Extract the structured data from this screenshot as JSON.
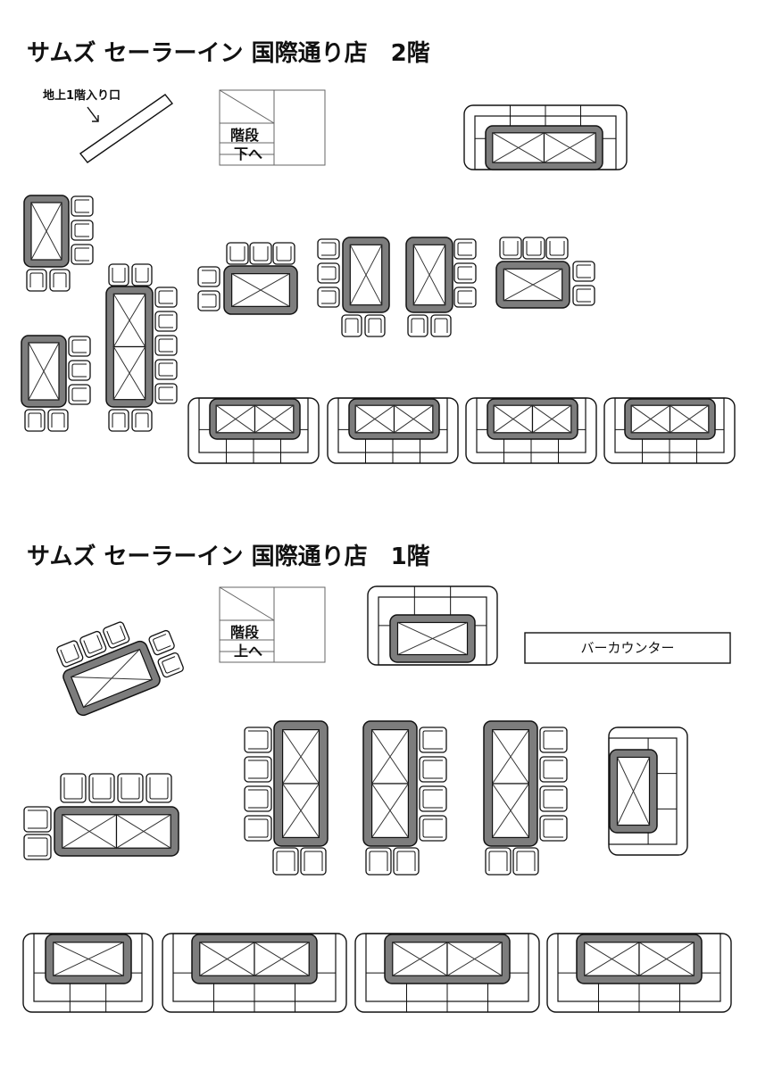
{
  "floors": {
    "second": {
      "title": "サムズ セーラーイン 国際通り店　2階",
      "entrance_label": "地上1階入り口",
      "stairs": {
        "line1": "階段",
        "line2": "下へ"
      }
    },
    "first": {
      "title": "サムズ セーラーイン 国際通り店　1階",
      "stairs": {
        "line1": "階段",
        "line2": "上へ"
      },
      "bar_counter": "バーカウンター"
    }
  }
}
